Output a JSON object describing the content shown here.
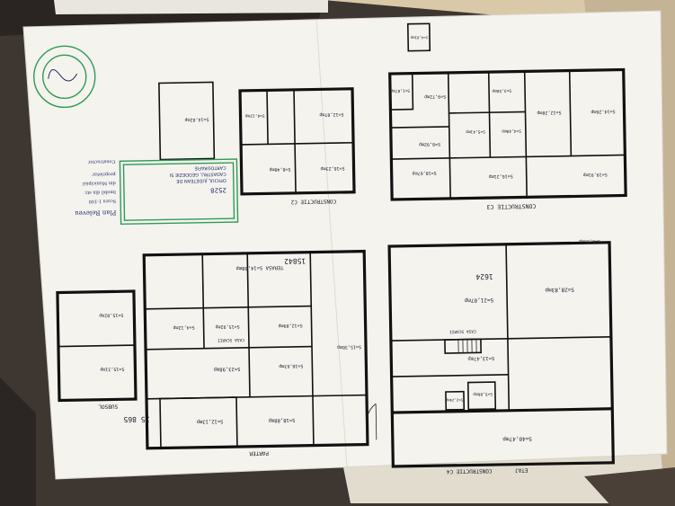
{
  "sheet": {
    "paper_color": "#f4f3ee",
    "ink_color": "#111111",
    "stamp_color": "#2f9a55",
    "handwriting_color": "#1f2a66"
  },
  "plans": {
    "c3": {
      "caption": "CONSTRUCTIE C3",
      "rooms": {
        "terasa": "S=19,91mp",
        "sufragerie": "S=16,21mp",
        "dormitor": "S=10,67mp",
        "camera_a": "S=14,26mp",
        "camera_b": "S=12,28mp",
        "baie": "S=4,40mp",
        "hol": "S=5,41mp",
        "hall": "S=3,58mp",
        "bucatarie": "S=8,92mp",
        "terasa_est": "S=9,72mp",
        "wc": "S=1,87mp"
      }
    },
    "c2": {
      "caption": "CONSTRUCTIE C2",
      "rooms": {
        "magazie_a": "S=16,23mp",
        "hol": "S=8,40mp",
        "magazie_b": "S=12,07mp",
        "depozit": "S=14,82mp",
        "boxa": "S=4,12mp"
      },
      "annex": "S=4,01mp"
    },
    "c4": {
      "etaj_caption": "ETAJ",
      "caption": "CONSTRUCTIE C4",
      "code": "1624",
      "rooms": {
        "camera_a": "S=28,83mp",
        "balcon": "S=8,35mp",
        "camera_b": "S=21,07mp",
        "hol": "S=13,47mp",
        "scara": "CASA SCARII",
        "baie": "S=5,86mp",
        "wc": "S=2,24mp",
        "pod": "S=40,47mp"
      }
    },
    "parter": {
      "caption": "PARTER",
      "code": "15842",
      "rooms": {
        "terasa": "TERASA S=14,08mp",
        "hol": "S=4,12mp",
        "cam_a": "S=15,92mp",
        "cam_b": "S=12,89mp",
        "cam_c": "S=10,63mp",
        "magazie": "S=23,98mp",
        "cam_d": "S=15,38mp",
        "garaj": "S=18,88mp",
        "boxa": "S=12,13mp",
        "scara": "CASA SCARII"
      }
    },
    "subsol": {
      "caption": "SUBSOL",
      "code": "25 865",
      "rooms": {
        "pivnita_a": "S=15,31mp",
        "pivnita_b": "S=15,02mp"
      }
    }
  },
  "stamp": {
    "lines": [
      "OFICIUL JUDETEAN DE",
      "CADASTRU, GEODEZIE SI",
      "CARTOGRAFIE"
    ],
    "number": "2528"
  },
  "notes": {
    "heading": "Plan Releveu",
    "lines": [
      "Scara 1:100",
      "Imobil din str.",
      "din Municipiul",
      "proprietar"
    ],
    "signature": "Constructor"
  }
}
